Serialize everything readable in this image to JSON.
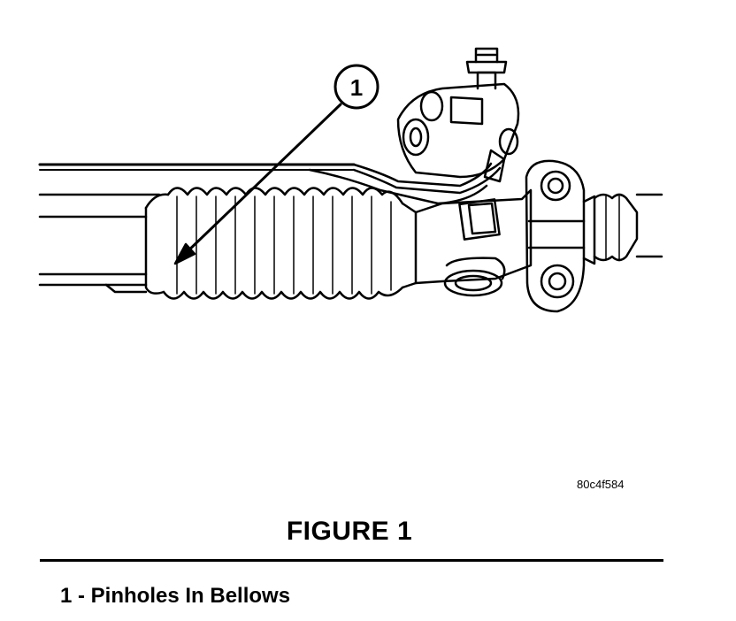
{
  "figure": {
    "callout_number": "1",
    "reference_code": "80c4f584",
    "title": "FIGURE 1"
  },
  "legend": {
    "items": [
      {
        "text": "1 - Pinholes In Bellows"
      }
    ]
  },
  "colors": {
    "ink": "#000000",
    "paper": "#ffffff"
  }
}
